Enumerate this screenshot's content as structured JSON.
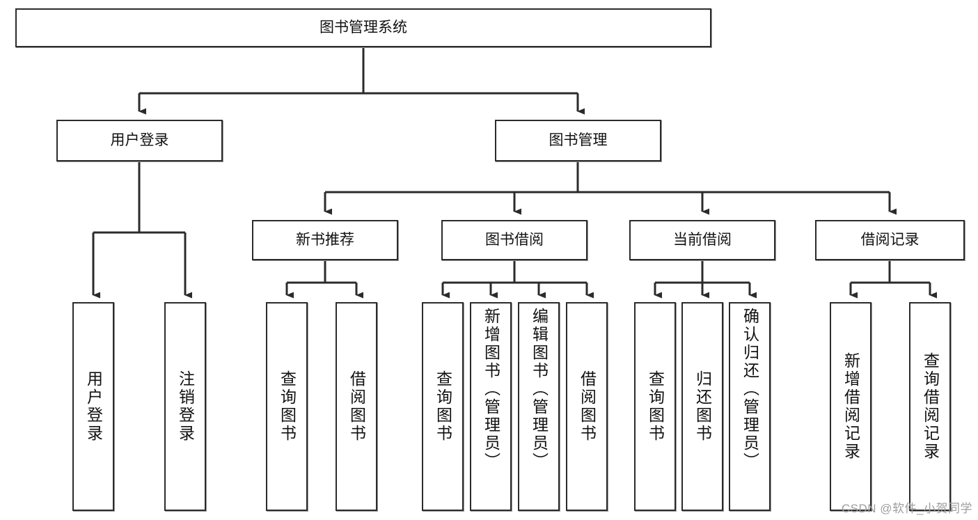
{
  "diagram": {
    "type": "tree",
    "title": "图书管理系统",
    "watermark": "CSDN @软件_小贺同学",
    "colors": {
      "box_border": "#2b2b2b",
      "box_fill": "#ffffff",
      "connector": "#2b2b2b",
      "text": "#111111",
      "watermark": "#9d9d9d"
    },
    "nodes": {
      "root": {
        "label": "图书管理系统"
      },
      "level2": [
        {
          "label": "用户登录"
        },
        {
          "label": "图书管理"
        }
      ],
      "level3": [
        {
          "label": "新书推荐"
        },
        {
          "label": "图书借阅"
        },
        {
          "label": "当前借阅"
        },
        {
          "label": "借阅记录"
        }
      ],
      "leaves": [
        {
          "label": "用户登录",
          "parent": "用户登录"
        },
        {
          "label": "注销登录",
          "parent": "用户登录"
        },
        {
          "label": "查询图书",
          "parent": "新书推荐"
        },
        {
          "label": "借阅图书",
          "parent": "新书推荐"
        },
        {
          "label": "查询图书",
          "parent": "图书借阅"
        },
        {
          "label": "新增图书（管理员）",
          "parent": "图书借阅"
        },
        {
          "label": "编辑图书（管理员）",
          "parent": "图书借阅"
        },
        {
          "label": "借阅图书",
          "parent": "图书借阅"
        },
        {
          "label": "查询图书",
          "parent": "当前借阅"
        },
        {
          "label": "归还图书",
          "parent": "当前借阅"
        },
        {
          "label": "确认归还（管理员）",
          "parent": "当前借阅"
        },
        {
          "label": "新增借阅记录",
          "parent": "借阅记录"
        },
        {
          "label": "查询借阅记录",
          "parent": "借阅记录"
        }
      ]
    }
  }
}
